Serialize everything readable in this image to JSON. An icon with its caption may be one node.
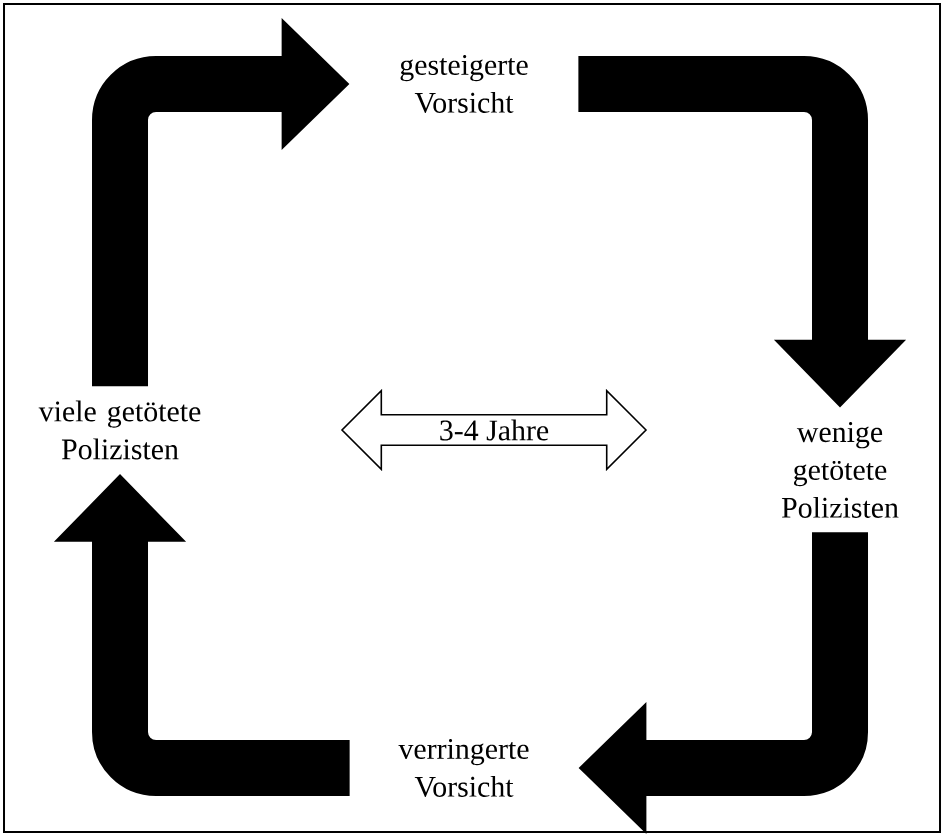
{
  "diagram": {
    "nodes": [
      {
        "text": [
          "gesteigerte Vorsicht"
        ]
      },
      {
        "text": [
          "wenige getötete Polizisten"
        ]
      },
      {
        "text": [
          "verringerte Vorsicht"
        ]
      },
      {
        "text": [
          "viele getötete Polizisten"
        ]
      },
      {
        "text": [
          "3-4 Jahre"
        ]
      }
    ],
    "edges": [
      {
        "from": 3,
        "to": 0,
        "arrow": "to"
      },
      {
        "from": 0,
        "to": 1,
        "arrow": "to"
      },
      {
        "from": 1,
        "to": 2,
        "arrow": "to"
      },
      {
        "from": 2,
        "to": 3,
        "arrow": "to"
      }
    ]
  }
}
